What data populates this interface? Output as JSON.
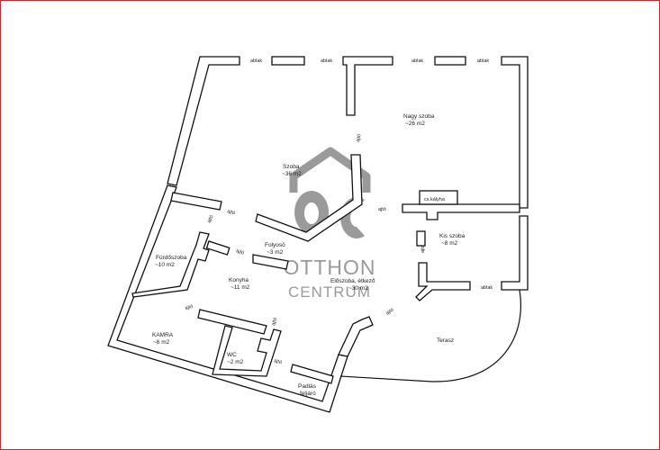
{
  "plan": {
    "frame_color": "#d2232a",
    "wall_color": "#111111",
    "watermark_color": "#9a9a9a",
    "window_labels": [
      "ablak",
      "ablak",
      "ablak",
      "ablak",
      "ablak"
    ],
    "door_labels": [
      "ajtó",
      "ajtó",
      "ajtó",
      "ajtó",
      "ajtó",
      "ajtó",
      "ajtó",
      "ajtó",
      "ajtó",
      "ajtó"
    ],
    "rooms": {
      "nagy_szoba": {
        "name": "Nagy szoba",
        "area": "~26 m2"
      },
      "szoba": {
        "name": "Szoba",
        "area": "~36 m2"
      },
      "kis_szoba": {
        "name": "Kis szoba",
        "area": "~8 m2"
      },
      "furdoszoba": {
        "name": "Fürdőszoba",
        "area": "~10 m2"
      },
      "folyoso": {
        "name": "Folyosó",
        "area": "~3 m2"
      },
      "konyha": {
        "name": "Konyha",
        "area": "~11 m2"
      },
      "eloszoba": {
        "name": "Előszoba, étkező",
        "area": "~30 m2"
      },
      "kamra": {
        "name": "KAMRA",
        "area": "~6 m2"
      },
      "wc": {
        "name": "WC",
        "area": "~2 m2"
      },
      "terasz": {
        "name": "Terasz"
      },
      "padlas": {
        "name": "Padlás",
        "name2": "feljáró"
      }
    },
    "cserepkalyha": "cs.kályha"
  },
  "watermark": {
    "logo_text": "OC",
    "line1": "OTTHON",
    "line2": "CENTRUM"
  }
}
